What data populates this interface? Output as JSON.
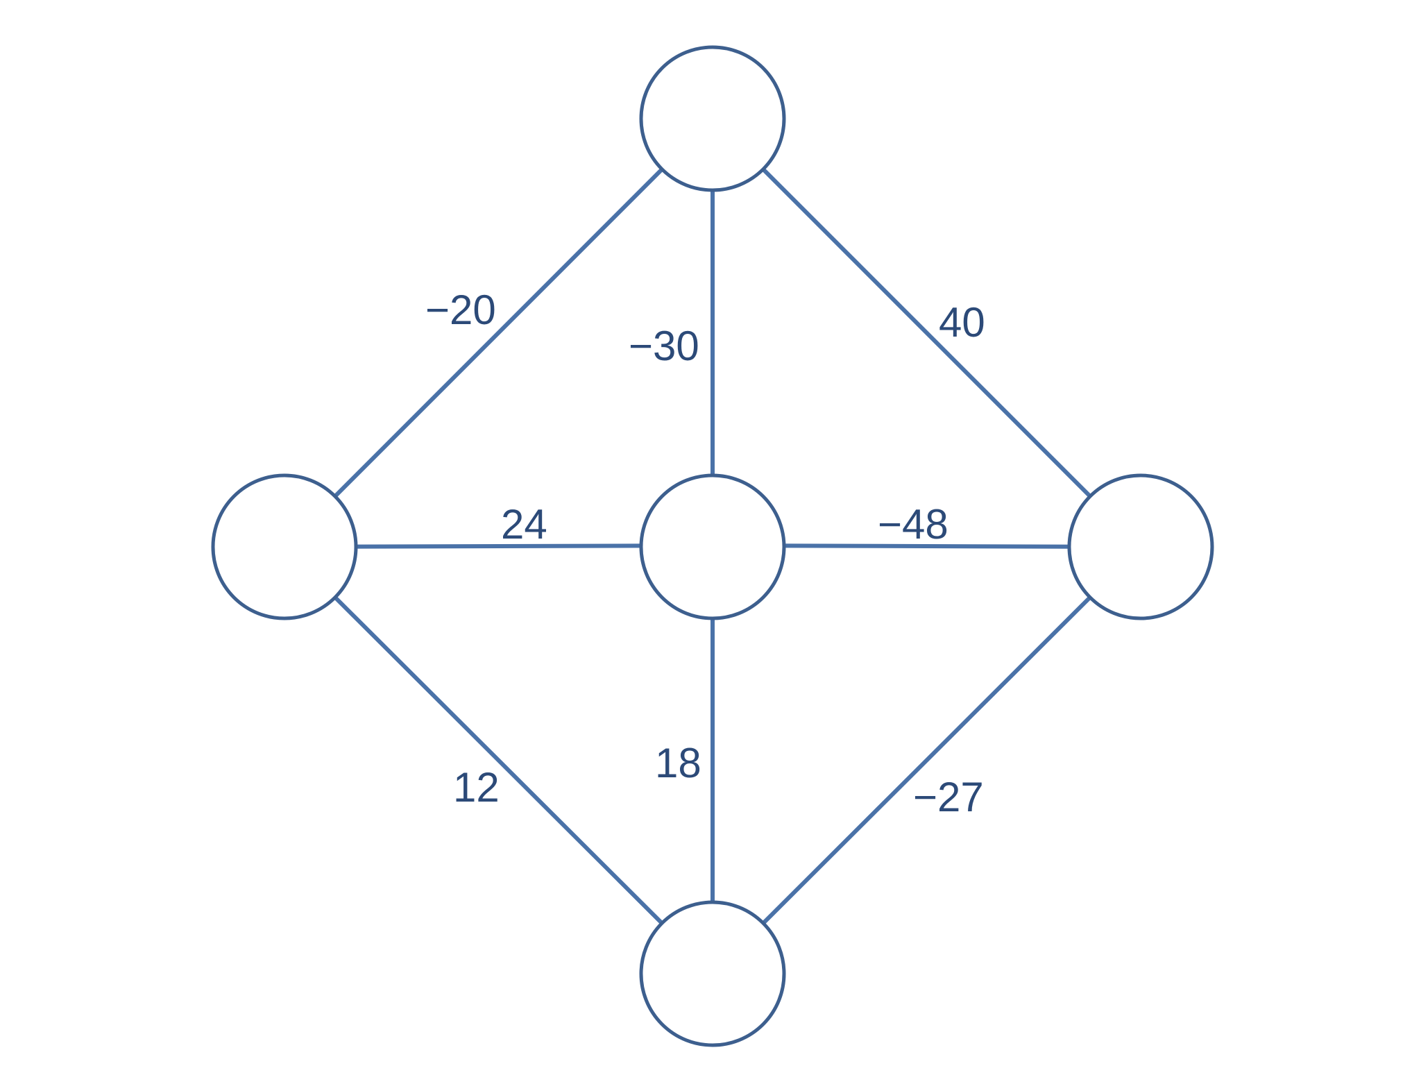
{
  "colors": {
    "edge": "#4a72a8",
    "node_stroke": "#3d5f8e",
    "label": "#2c4a78",
    "background": "#ffffff"
  },
  "nodes": [
    {
      "id": "top"
    },
    {
      "id": "left"
    },
    {
      "id": "center"
    },
    {
      "id": "right"
    },
    {
      "id": "bottom"
    }
  ],
  "edges": [
    {
      "from": "top",
      "to": "left",
      "weight": "−20"
    },
    {
      "from": "top",
      "to": "center",
      "weight": "−30"
    },
    {
      "from": "top",
      "to": "right",
      "weight": "40"
    },
    {
      "from": "left",
      "to": "center",
      "weight": "24"
    },
    {
      "from": "center",
      "to": "right",
      "weight": "−48"
    },
    {
      "from": "left",
      "to": "bottom",
      "weight": "12"
    },
    {
      "from": "center",
      "to": "bottom",
      "weight": "18"
    },
    {
      "from": "right",
      "to": "bottom",
      "weight": "−27"
    }
  ]
}
